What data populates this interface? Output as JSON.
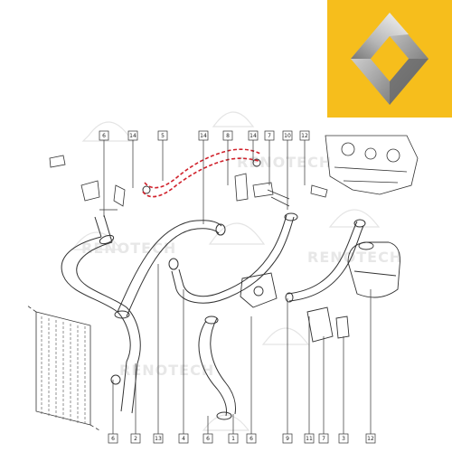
{
  "brand": {
    "logo_icon": "renault-diamond-logo",
    "logo_color": "#f6be1c"
  },
  "watermark": {
    "text": "RENOTECH"
  },
  "highlight": {
    "color": "#d0202a",
    "note": "highlighted-hose-part"
  },
  "callouts_top": [
    "6",
    "14",
    "5",
    "14",
    "8",
    "14",
    "7",
    "10",
    "12"
  ],
  "callouts_bottom": [
    "6",
    "2",
    "13",
    "4",
    "6",
    "1",
    "6",
    "9",
    "11",
    "7",
    "3",
    "12"
  ]
}
